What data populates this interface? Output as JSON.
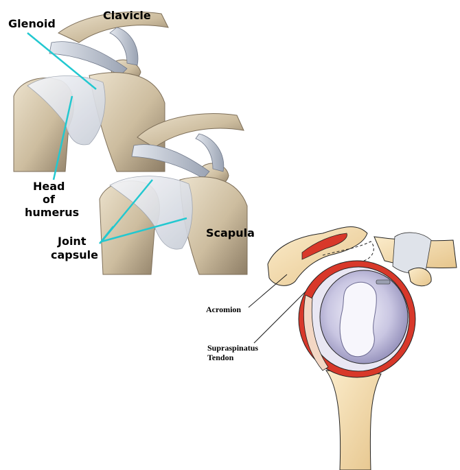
{
  "colors": {
    "leader": "#22c8d0",
    "bone": "#d9cbb0",
    "bone_shadow": "#9c8c72",
    "capsule": "#e6e9ee",
    "ligament": "#c8cfd9",
    "red_tissue": "#d8382a",
    "glenoid_fill": "#b9b6d6",
    "cartilage": "#e9e7f3",
    "sketch_bone": "#f1d9a8",
    "sketch_line": "#222222"
  },
  "top_figure": {
    "labels": {
      "glenoid": "Glenoid",
      "clavicle": "Clavicle",
      "head_of_humerus": [
        "Head",
        "of",
        "humerus"
      ],
      "joint_capsule": [
        "Joint",
        "capsule"
      ],
      "scapula": "Scapula"
    }
  },
  "bottom_figure": {
    "labels": {
      "acromion": "Acromion",
      "supraspinatus_tendon": [
        "Supraspinatus",
        "Tendon"
      ]
    }
  }
}
